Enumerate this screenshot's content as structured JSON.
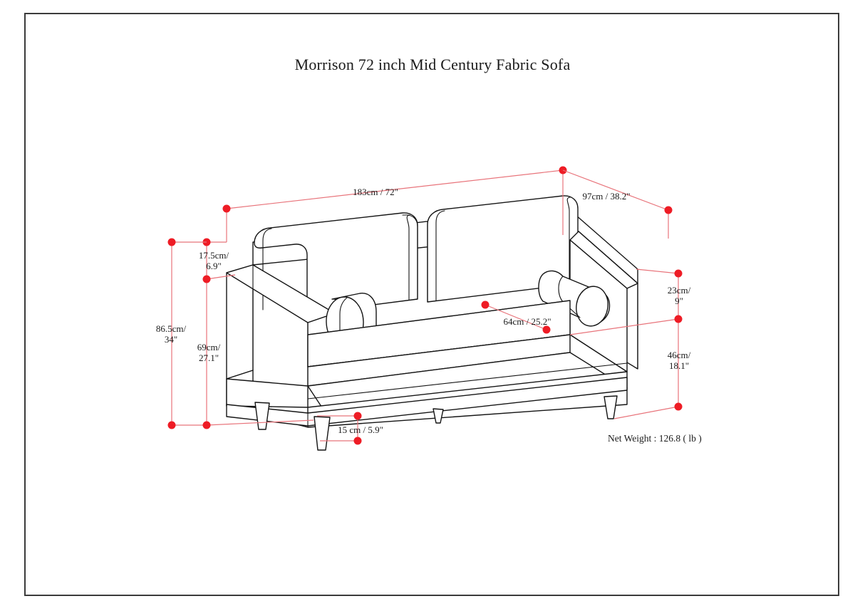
{
  "document": {
    "title": "Morrison 72 inch Mid Century Fabric Sofa",
    "type": "product-dimension-drawing",
    "border_color": "#3b3b3b",
    "dimension_color": "#ee1c25",
    "dimension_line_color": "#e8737a",
    "outline_color": "#141414"
  },
  "dimensions": {
    "width_overall": "183cm / 72\"",
    "depth_overall": "97cm / 38.2\"",
    "back_cushion_height": "17.5cm/\n6.9\"",
    "overall_height": "86.5cm/\n34\"",
    "seat_back_height": "69cm/\n27.1\"",
    "seat_depth": "64cm / 25.2\"",
    "arm_height_above_seat": "23cm/\n9\"",
    "seat_height": "46cm/\n18.1\"",
    "leg_height": "15 cm / 5.9\""
  },
  "labels": {
    "width": "183cm / 72\"",
    "depth": "97cm / 38.2\"",
    "back_cushion_l1": "17.5cm/",
    "back_cushion_l2": "6.9\"",
    "height_l1": "86.5cm/",
    "height_l2": "34\"",
    "back_height_l1": "69cm/",
    "back_height_l2": "27.1\"",
    "seat_depth": "64cm / 25.2\"",
    "arm_l1": "23cm/",
    "arm_l2": "9\"",
    "seat_height_l1": "46cm/",
    "seat_height_l2": "18.1\"",
    "leg": "15 cm / 5.9\"",
    "net_weight": "Net Weight : 126.8 ( lb )"
  }
}
